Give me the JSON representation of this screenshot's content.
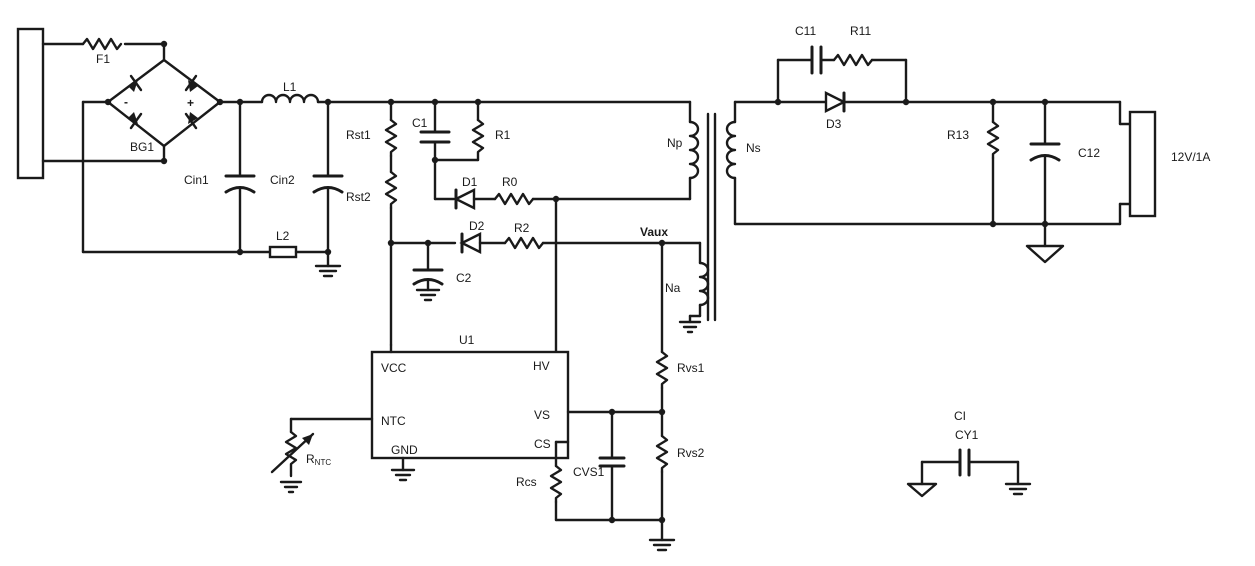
{
  "components": {
    "fuse": "F1",
    "bridge": "BG1",
    "inductor_main": "L1",
    "inductor_small": "L2",
    "cin1": "Cin1",
    "cin2": "Cin2",
    "rst1": "Rst1",
    "rst2": "Rst2",
    "c1": "C1",
    "r1": "R1",
    "d1": "D1",
    "r0": "R0",
    "d2": "D2",
    "r2": "R2",
    "c2": "C2",
    "vaux": "Vaux",
    "np": "Np",
    "ns": "Ns",
    "na": "Na",
    "c11": "C11",
    "r11": "R11",
    "d3": "D3",
    "r13": "R13",
    "c12": "C12",
    "output": "12V/1A",
    "ic": "U1",
    "rvs1": "Rvs1",
    "rvs2": "Rvs2",
    "cvs1": "CVS1",
    "rcs": "Rcs",
    "rntc": "R",
    "rntc_sub": "NTC",
    "cy1_tag": "CI",
    "cy1": "CY1"
  },
  "ic_pins": {
    "vcc": "VCC",
    "hv": "HV",
    "ntc": "NTC",
    "vs": "VS",
    "cs": "CS",
    "gnd": "GND"
  },
  "bridge_marks": {
    "minus": "-",
    "plus": "+"
  }
}
